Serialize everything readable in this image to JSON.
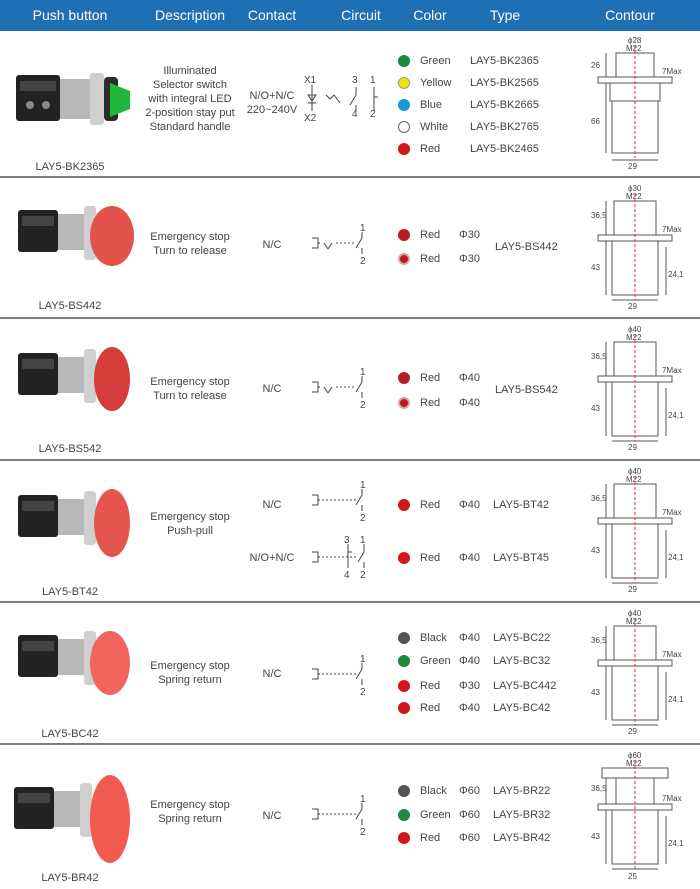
{
  "header": [
    "Push button",
    "Description",
    "Contact",
    "Circuit",
    "Color",
    "Type",
    "Contour"
  ],
  "rows": [
    {
      "caption": "LAY5-BK2365",
      "desc": [
        "Illuminated",
        "Selector switch",
        "with integral LED",
        "2-position stay put",
        "Standard handle"
      ],
      "contacts": [
        "N/O+N/C",
        "220~240V"
      ],
      "circuit_labels": {
        "x1": "X1",
        "x2": "X2",
        "top": [
          "3",
          "1"
        ],
        "bottom": [
          "4",
          "2"
        ]
      },
      "options": [
        {
          "color": "Green",
          "hex": "#1f8a3b",
          "type": "LAY5-BK2365"
        },
        {
          "color": "Yellow",
          "hex": "#f2e600",
          "type": "LAY5-BK2565"
        },
        {
          "color": "Blue",
          "hex": "#1a98d5",
          "type": "LAY5-BK2665"
        },
        {
          "color": "White",
          "hex": "#ffffff",
          "type": "LAY5-BK2765"
        },
        {
          "color": "Red",
          "hex": "#d0151d",
          "type": "LAY5-BK2465"
        }
      ],
      "dims": {
        "top": "ϕ28",
        "sub": "M22",
        "a": "26",
        "b": "66",
        "bottom": "29",
        "max": "7Max"
      }
    },
    {
      "caption": "LAY5-BS442",
      "desc": [
        "Emergency stop",
        "Turn to release"
      ],
      "contacts": [
        "N/C"
      ],
      "terminals": [
        "1",
        "2"
      ],
      "options": [
        {
          "color": "Red",
          "hex": "#b81c22",
          "size": "Φ30"
        },
        {
          "color": "Red",
          "hex": "#b81c22",
          "size": "Φ30",
          "led": true
        }
      ],
      "type": "LAY5-BS442",
      "dims": {
        "top": "ϕ30",
        "sub": "M22",
        "a": "36,5",
        "b": "43",
        "c": "24,1",
        "bottom": "29",
        "max": "7Max"
      }
    },
    {
      "caption": "LAY5-BS542",
      "desc": [
        "Emergency stop",
        "Turn to release"
      ],
      "contacts": [
        "N/C"
      ],
      "terminals": [
        "1",
        "2"
      ],
      "options": [
        {
          "color": "Red",
          "hex": "#b81c22",
          "size": "Φ40"
        },
        {
          "color": "Red",
          "hex": "#b81c22",
          "size": "Φ40",
          "led": true
        }
      ],
      "type": "LAY5-BS542",
      "dims": {
        "top": "ϕ40",
        "sub": "M22",
        "a": "36,5",
        "b": "43",
        "c": "24,1",
        "bottom": "29",
        "max": "7Max"
      }
    },
    {
      "caption": "LAY5-BT42",
      "desc": [
        "Emergency stop",
        "Push-pull"
      ],
      "contacts": [
        "N/C",
        "N/O+N/C"
      ],
      "terminals": [
        "1",
        "2"
      ],
      "terminals2": {
        "top": [
          "3",
          "1"
        ],
        "bottom": [
          "4",
          "2"
        ]
      },
      "options": [
        {
          "color": "Red",
          "hex": "#d0151d",
          "size": "Φ40",
          "type": "LAY5-BT42"
        },
        {
          "color": "Red",
          "hex": "#d0151d",
          "size": "Φ40",
          "type": "LAY5-BT45"
        }
      ],
      "dims": {
        "top": "ϕ40",
        "sub": "M22",
        "a": "36,5",
        "b": "43",
        "c": "24,1",
        "bottom": "29",
        "max": "7Max"
      }
    },
    {
      "caption": "LAY5-BC42",
      "desc": [
        "Emergency stop",
        "Spring return"
      ],
      "contacts": [
        "N/C"
      ],
      "terminals": [
        "1",
        "2"
      ],
      "options": [
        {
          "color": "Black",
          "hex": "#555555",
          "size": "Φ40",
          "type": "LAY5-BC22"
        },
        {
          "color": "Green",
          "hex": "#1f8a3b",
          "size": "Φ40",
          "type": "LAY5-BC32"
        },
        {
          "color": "Red",
          "hex": "#d0151d",
          "size": "Φ30",
          "type": "LAY5-BC442"
        },
        {
          "color": "Red",
          "hex": "#d0151d",
          "size": "Φ40",
          "type": "LAY5-BC42"
        }
      ],
      "dims": {
        "top": "ϕ40",
        "sub": "M22",
        "a": "36,5",
        "b": "43",
        "c": "24,1",
        "bottom": "29",
        "max": "7Max"
      }
    },
    {
      "caption": "LAY5-BR42",
      "desc": [
        "Emergency stop",
        "Spring return"
      ],
      "contacts": [
        "N/C"
      ],
      "terminals": [
        "1",
        "2"
      ],
      "options": [
        {
          "color": "Black",
          "hex": "#555555",
          "size": "Φ60",
          "type": "LAY5-BR22"
        },
        {
          "color": "Green",
          "hex": "#1f8a3b",
          "size": "Φ60",
          "type": "LAY5-BR32"
        },
        {
          "color": "Red",
          "hex": "#d0151d",
          "size": "Φ60",
          "type": "LAY5-BR42"
        }
      ],
      "dims": {
        "top": "ϕ60",
        "sub": "M22",
        "a": "36,5",
        "b": "43",
        "c": "24,1",
        "bottom": "25",
        "max": "7Max"
      }
    }
  ]
}
